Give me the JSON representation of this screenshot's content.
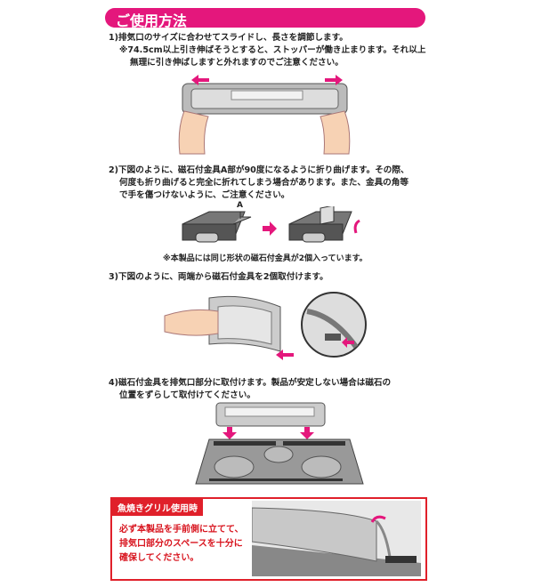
{
  "header": {
    "title": "ご使用方法"
  },
  "steps": [
    {
      "lines": [
        "1)排気口のサイズに合わせてスライドし、長さを調節します。",
        "※74.5cm以上引き伸ばそうとすると、ストッパーが働き止まります。それ以上",
        "無理に引き伸ばしますと外れますのでご注意ください。"
      ]
    },
    {
      "lines": [
        "2)下図のように、磁石付金具A部が90度になるように折り曲げます。その際、",
        "何度も折り曲げると完全に折れてしまう場合があります。また、金具の角等",
        "で手を傷つけないように、ご注意ください。"
      ],
      "label_a": "A",
      "note": "※本製品には同じ形状の磁石付金具が2個入っています。"
    },
    {
      "lines": [
        "3)下図のように、両端から磁石付金具を2個取付けます。"
      ]
    },
    {
      "lines": [
        "4)磁石付金具を排気口部分に取付けます。製品が安定しない場合は磁石の",
        "位置をずらして取付けてください。"
      ]
    }
  ],
  "grill_box": {
    "label": "魚焼きグリル使用時",
    "lines": [
      "必ず本製品を手前側に立てて、",
      "排気口部分のスペースを十分に",
      "確保してください。"
    ]
  },
  "colors": {
    "accent": "#e4177c",
    "warning": "#e0202a"
  }
}
